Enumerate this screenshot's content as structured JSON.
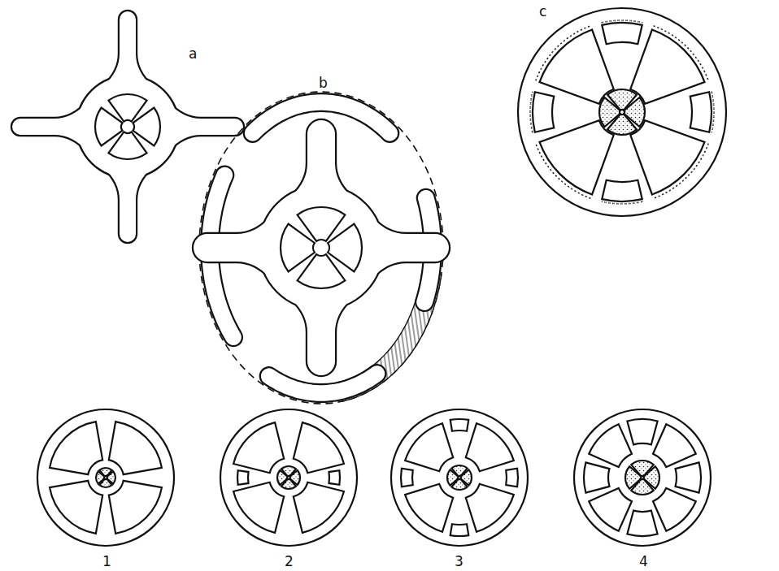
{
  "diagram": {
    "labels": [
      "a",
      "b",
      "c",
      "1",
      "2",
      "3",
      "4"
    ]
  }
}
